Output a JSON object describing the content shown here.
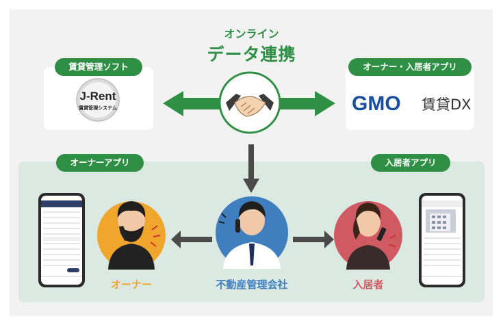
{
  "header": {
    "line1": "オンライン",
    "line2": "データ連携"
  },
  "labels": {
    "software": "賃貸管理ソフト",
    "owner_resident_app": "オーナー・入居者アプリ",
    "owner_app": "オーナーアプリ",
    "resident_app": "入居者アプリ"
  },
  "logos": {
    "jrent_name": "J-Rent",
    "jrent_sub": "賃貸管理システム",
    "gmo_brand": "GMO",
    "gmo_product": "賃貸DX"
  },
  "roles": {
    "owner": "オーナー",
    "manager": "不動産管理会社",
    "resident": "入居者"
  },
  "colors": {
    "green": "#2f8f45",
    "owner": "#f0a52c",
    "manager": "#3f7fc0",
    "resident": "#cf5a62",
    "gmo_blue": "#1a4fa0"
  }
}
